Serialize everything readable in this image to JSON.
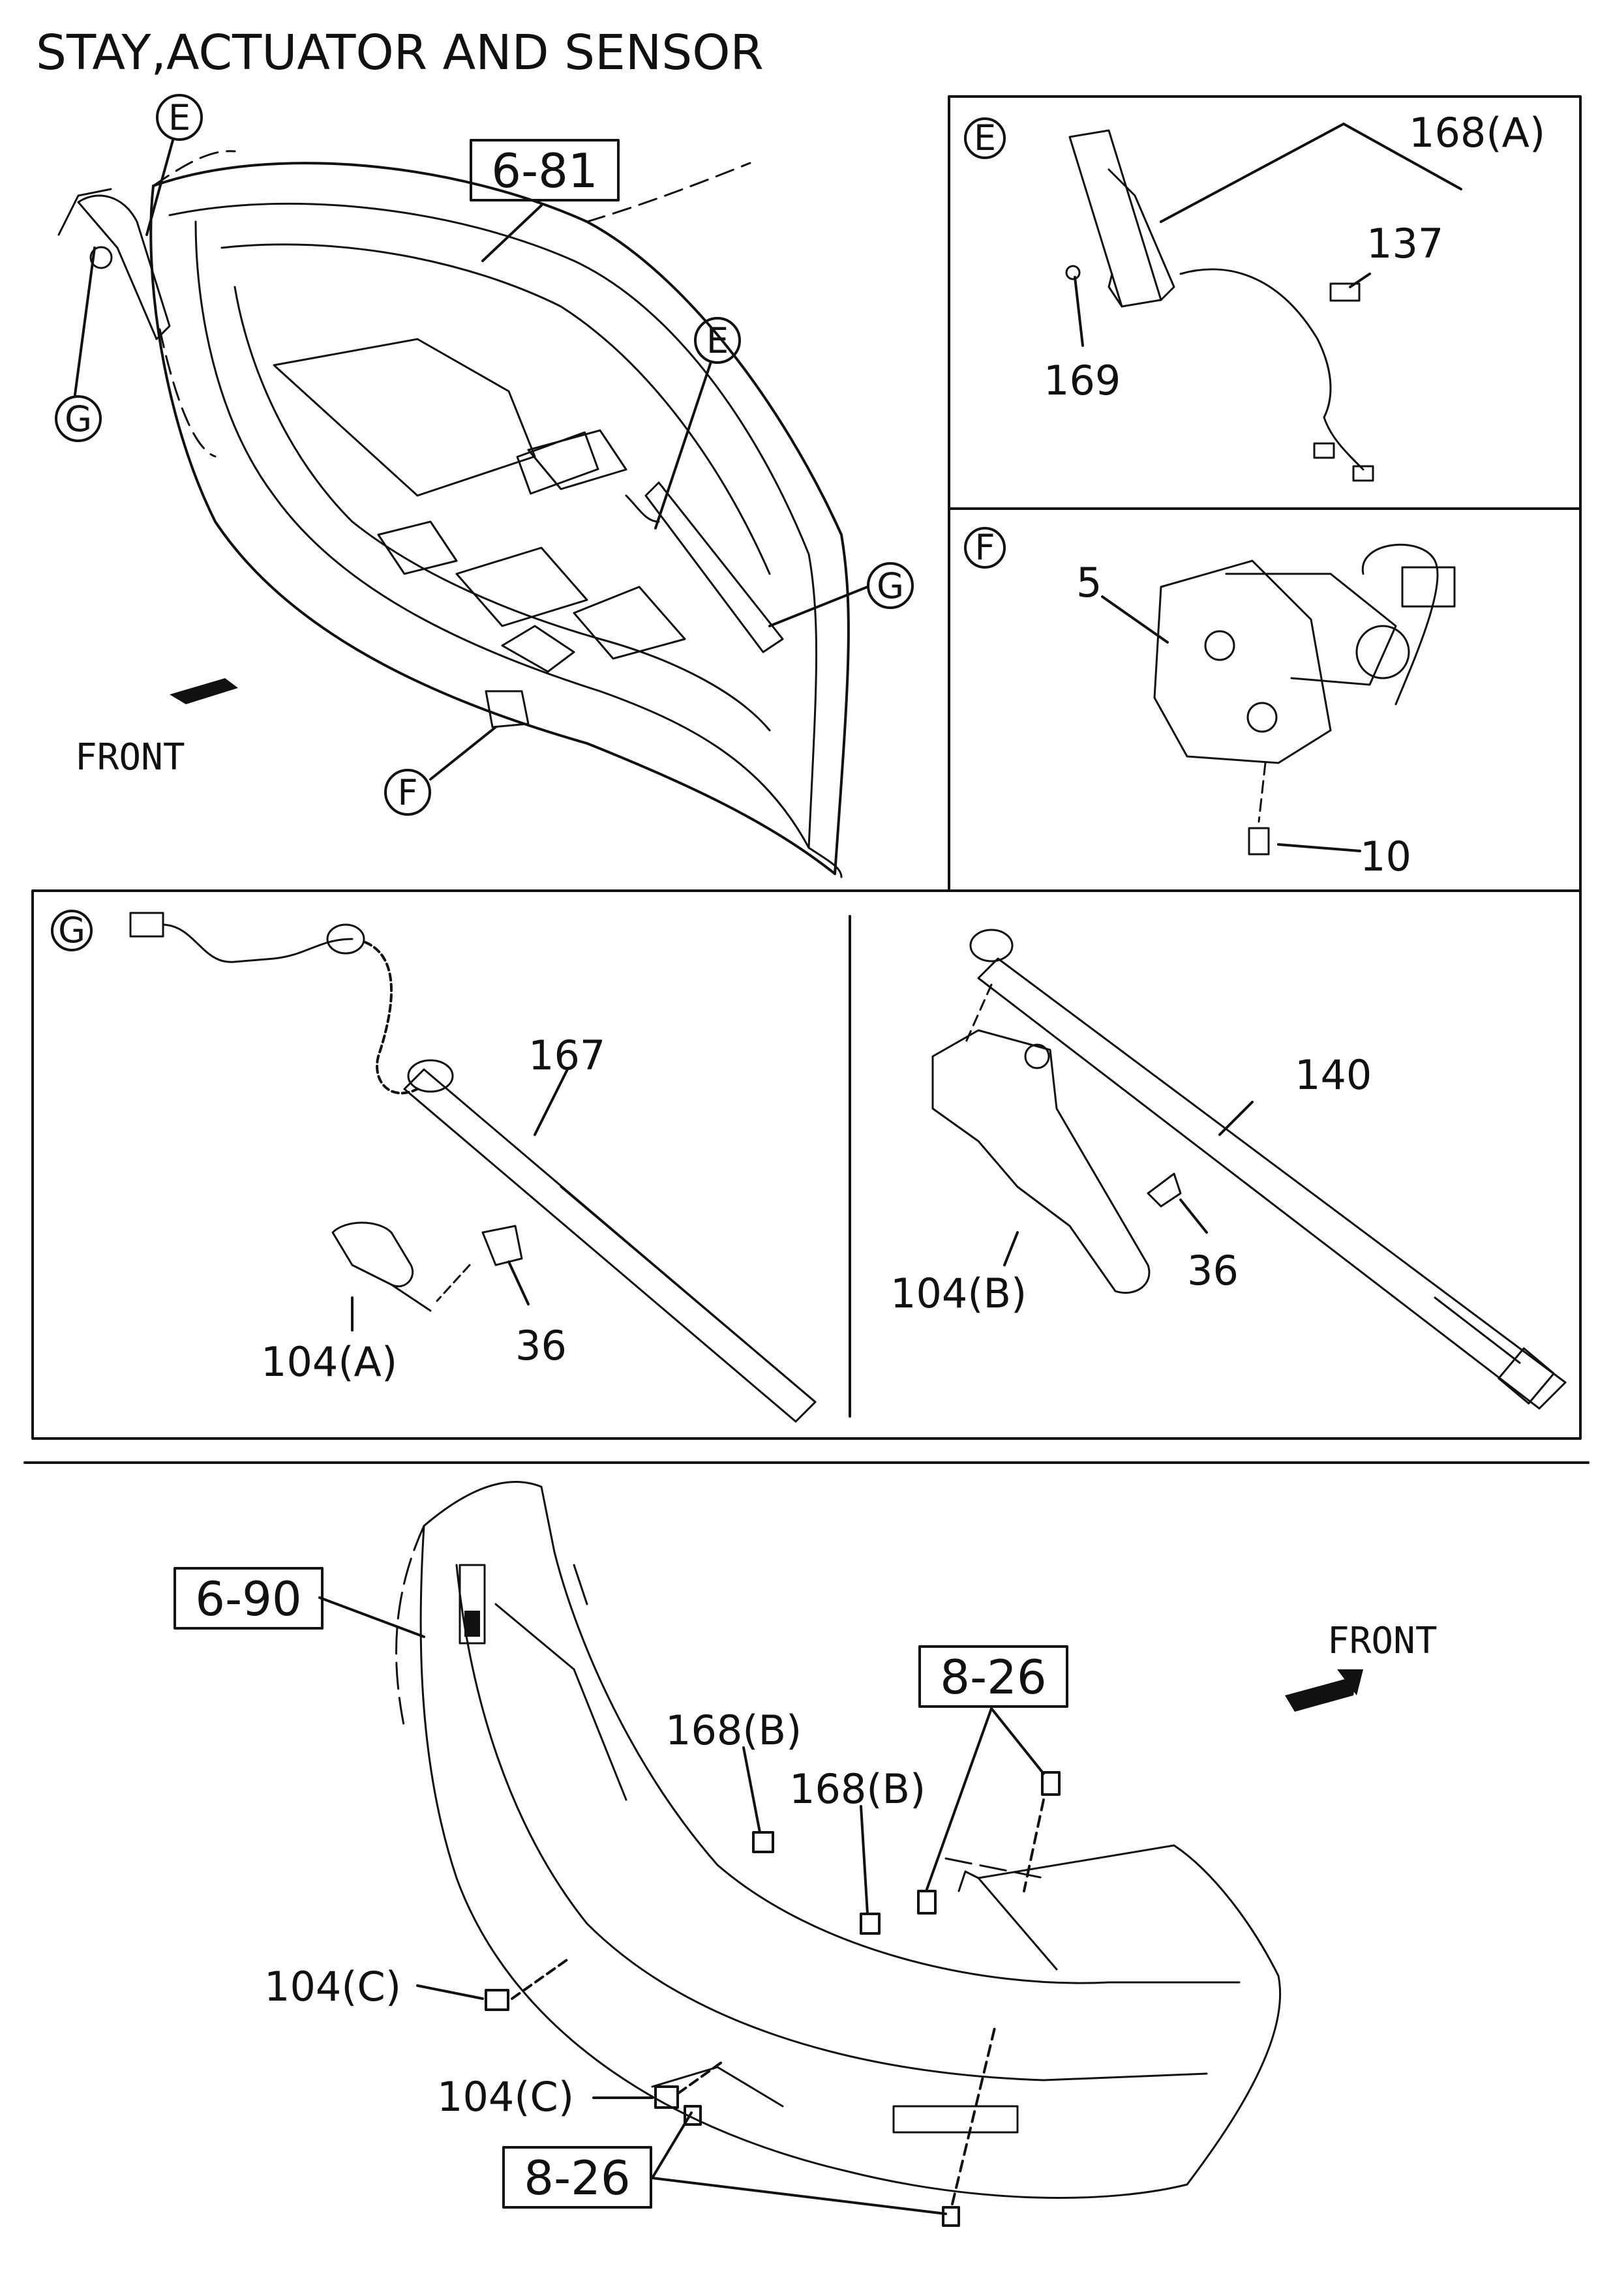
{
  "title": "STAY,ACTUATOR AND SENSOR",
  "callouts": {
    "e": "E",
    "f": "F",
    "g": "G"
  },
  "ref_boxes": {
    "tailgate": "6-81",
    "bumper": "6-90",
    "clip_top": "8-26",
    "clip_bottom": "8-26"
  },
  "direction": "FRONT",
  "parts": {
    "p168a": "168(A)",
    "p137": "137",
    "p169": "169",
    "p5": "5",
    "p10": "10",
    "p167": "167",
    "p104a": "104(A)",
    "p36_left": "36",
    "p140": "140",
    "p104b": "104(B)",
    "p36_right": "36",
    "p168b_1": "168(B)",
    "p168b_2": "168(B)",
    "p104c_1": "104(C)",
    "p104c_2": "104(C)"
  },
  "colors": {
    "line": "#111111",
    "background": "#ffffff"
  }
}
